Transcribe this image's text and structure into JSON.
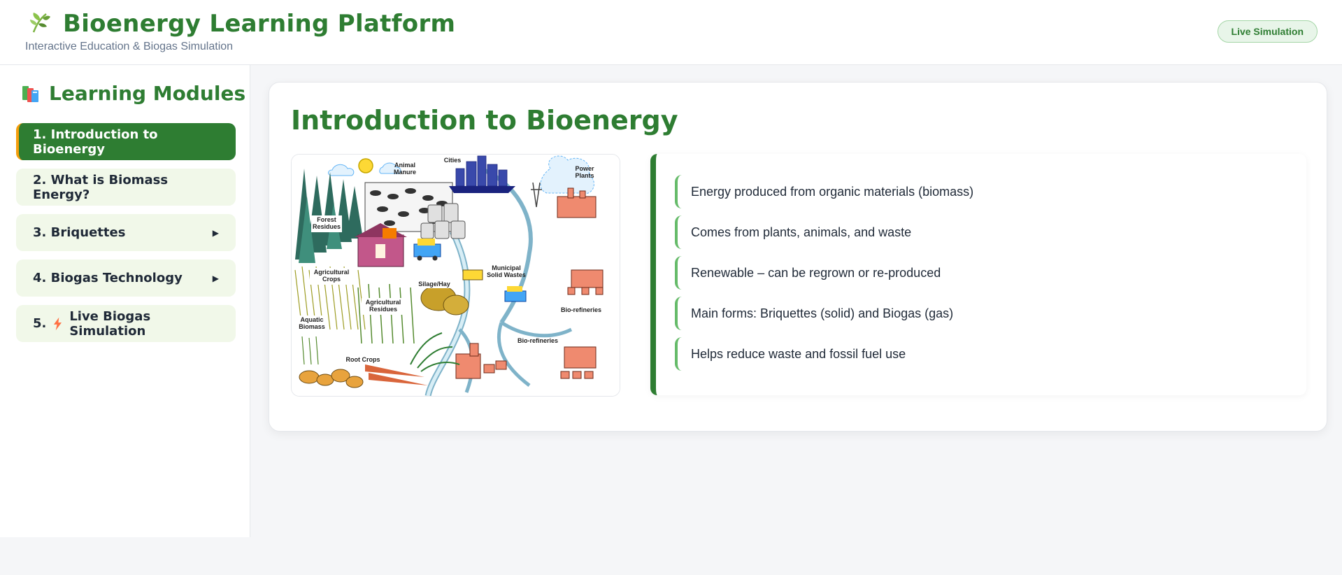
{
  "header": {
    "title": "Bioenergy Learning Platform",
    "subtitle": "Interactive Education & Biogas Simulation",
    "badge": "Live Simulation",
    "logo_icon": "leaf-sprout-icon"
  },
  "sidebar": {
    "title": "Learning Modules",
    "title_icon": "books-icon",
    "items": [
      {
        "label": "1. Introduction to Bioenergy",
        "active": true,
        "expandable": false
      },
      {
        "label": "2. What is Biomass Energy?",
        "active": false,
        "expandable": false
      },
      {
        "label": "3. Briquettes",
        "active": false,
        "expandable": true
      },
      {
        "label": "4. Biogas Technology",
        "active": false,
        "expandable": true
      },
      {
        "prefix": "5.",
        "label": "Live Biogas Simulation",
        "icon": "lightning-bolt-icon",
        "active": false,
        "expandable": false
      }
    ],
    "expand_glyph": "▶"
  },
  "main": {
    "title": "Introduction to Bioenergy",
    "illustration": {
      "labels": {
        "animal_manure": [
          "Animal",
          "Manure"
        ],
        "cities": "Cities",
        "power_plants": [
          "Power",
          "Plants"
        ],
        "forest_residues": [
          "Forest",
          "Residues"
        ],
        "agricultural_crops": [
          "Agricultural",
          "Crops"
        ],
        "silage_hay": "Silage/Hay",
        "municipal_solid_wastes": [
          "Municipal",
          "Solid Wastes"
        ],
        "agricultural_residues": [
          "Agricultural",
          "Residues"
        ],
        "aquatic_biomass": [
          "Aquatic",
          "Biomass"
        ],
        "root_crops": "Root Crops",
        "bio_refineries_1": "Bio-refineries",
        "bio_refineries_2": "Bio-refineries"
      }
    },
    "points": [
      "Energy produced from organic materials (biomass)",
      "Comes from plants, animals, and waste",
      "Renewable – can be regrown or re-produced",
      "Main forms: Briquettes (solid) and Biogas (gas)",
      "Helps reduce waste and fossil fuel use"
    ]
  },
  "colors": {
    "brand_green": "#2e7d32",
    "light_green": "#f1f8e9",
    "accent_orange": "#f59e0b",
    "point_border": "#66bb6a"
  }
}
